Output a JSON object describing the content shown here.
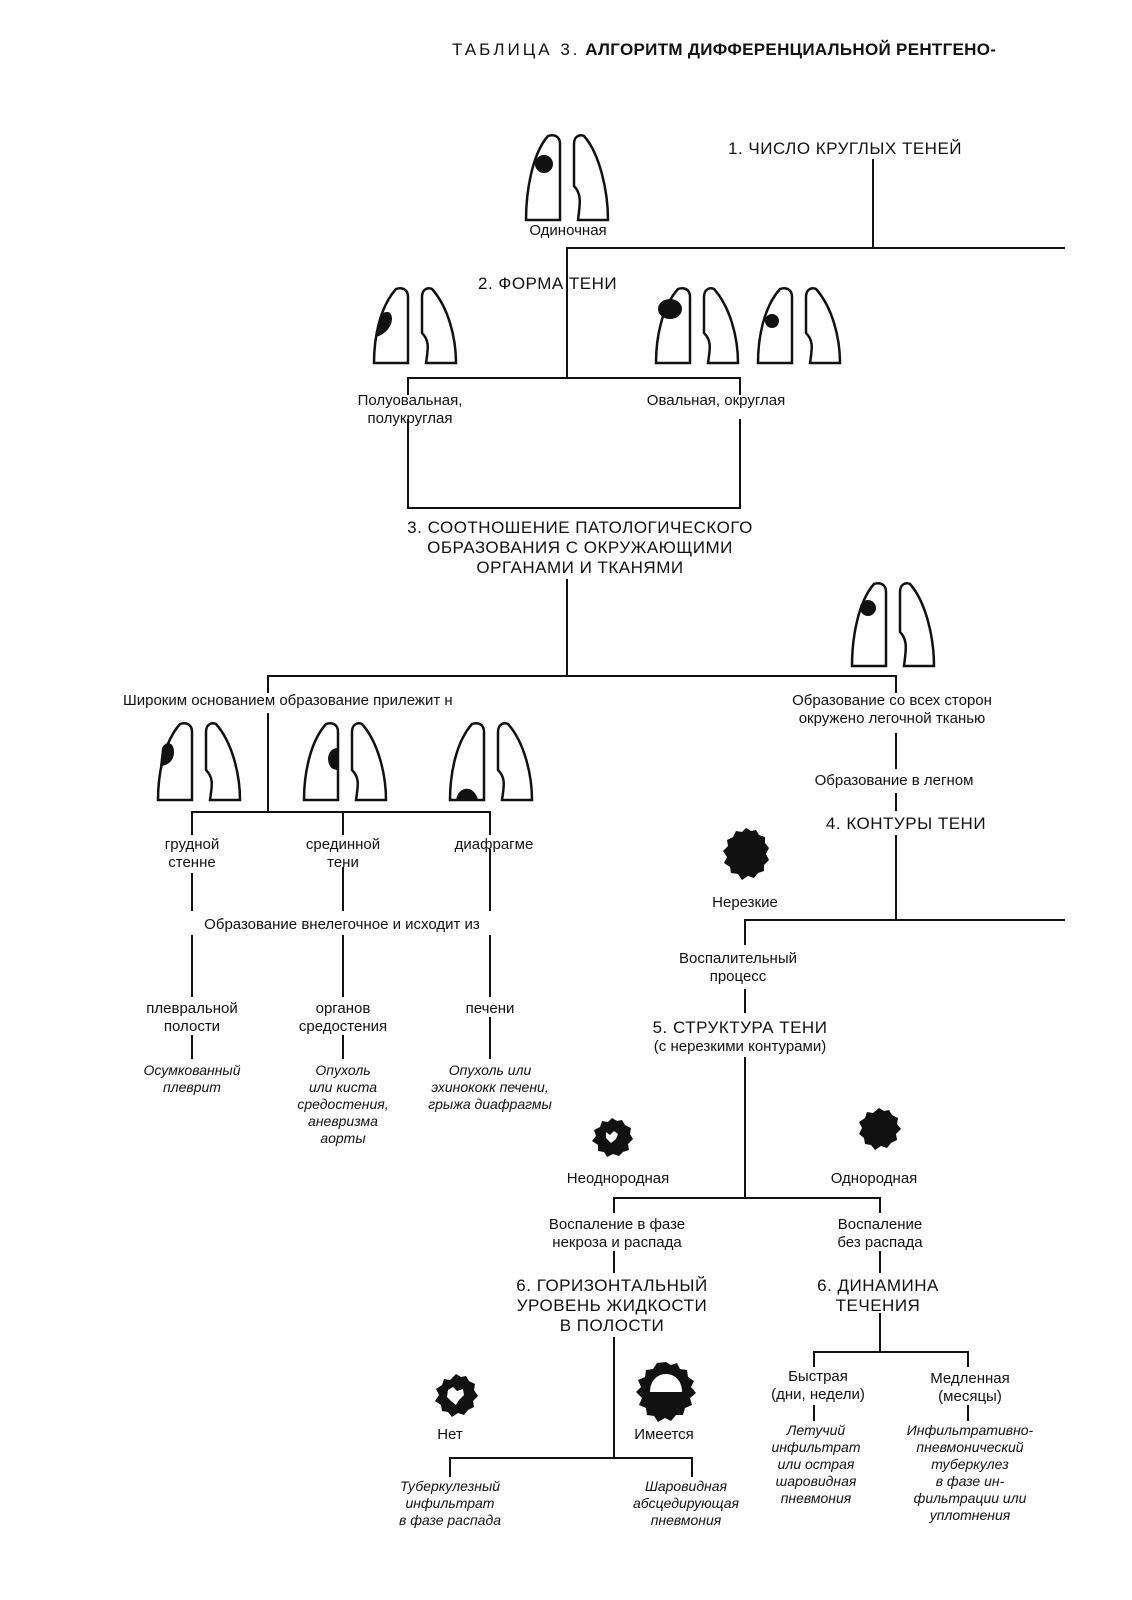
{
  "title": {
    "prefix": "ТАБЛИЦА 3.",
    "main": "АЛГОРИТМ ДИФФЕРЕНЦИАЛЬНОЙ РЕНТГЕНО-"
  },
  "nodes": {
    "step1": "1. ЧИСЛО КРУГЛЫХ ТЕНЕЙ",
    "single": "Одиночная",
    "step2": "2. ФОРМА ТЕНИ",
    "semi_oval": [
      "Полуовальная,",
      "полукруглая"
    ],
    "oval": "Овальная, округлая",
    "step3": [
      "3. СООТНОШЕНИЕ ПАТОЛОГИЧЕСКОГО",
      "ОБРАЗОВАНИЯ С ОКРУЖАЮЩИМИ",
      "ОРГАНАМИ И ТКАНЯМИ"
    ],
    "broad_base": "Широким основанием образование прилежит н",
    "surrounded": [
      "Образование со всех сторон",
      "окружено легочной тканью"
    ],
    "chest_wall": [
      "грудной",
      "стенне"
    ],
    "median": [
      "срединной",
      "тени"
    ],
    "diaphragm": "диафрагме",
    "in_lung": "Образование в легном",
    "step4": "4. КОНТУРЫ ТЕНИ",
    "unclear": "Нерезкие",
    "extrapulm": "Образование внелегочное и исходит из",
    "inflammatory": [
      "Воспалительный",
      "процесс"
    ],
    "pleural": [
      "плевральной",
      "полости"
    ],
    "mediastinal": [
      "органов",
      "средостения"
    ],
    "liver": "печени",
    "step5": [
      "5. СТРУКТУРА ТЕНИ",
      "(с нерезкими контурами)"
    ],
    "dx_pleurisy": [
      "Осумкованный",
      "плеврит"
    ],
    "dx_mediastinum": [
      "Опухоль",
      "или киста",
      "средостения,",
      "аневризма",
      "аорты"
    ],
    "dx_liver": [
      "Опухоль или",
      "эхинококк печени,",
      "грыжа диафрагмы"
    ],
    "heterogeneous": "Неоднородная",
    "homogeneous": "Однородная",
    "necrosis": [
      "Воспаление в фазе",
      "некроза и распада"
    ],
    "no_decay": [
      "Воспаление",
      "без распада"
    ],
    "step6a": [
      "6. ГОРИЗОНТАЛЬНЫЙ",
      "УРОВЕНЬ ЖИДКОСТИ",
      "В ПОЛОСТИ"
    ],
    "step6b": [
      "6. ДИНАМИНА",
      "ТЕЧЕНИЯ"
    ],
    "no": "Нет",
    "yes": "Имеется",
    "fast": [
      "Быстрая",
      "(дни, недели)"
    ],
    "slow": [
      "Медленная",
      "(месяцы)"
    ],
    "dx_tb": [
      "Туберкулезный",
      "инфильтрат",
      "в фазе распада"
    ],
    "dx_abscess": [
      "Шаровидная",
      "абсцедирующая",
      "пневмония"
    ],
    "dx_volatile": [
      "Летучий",
      "инфильтрат",
      "или острая",
      "шаровидная",
      "пневмония"
    ],
    "dx_infiltrative": [
      "Инфильтративно-",
      "пневмонический",
      "туберкулез",
      "в фазе ин-",
      "фильтрации или",
      "уплотнения"
    ]
  },
  "colors": {
    "ink": "#111111",
    "paper": "#ffffff"
  }
}
